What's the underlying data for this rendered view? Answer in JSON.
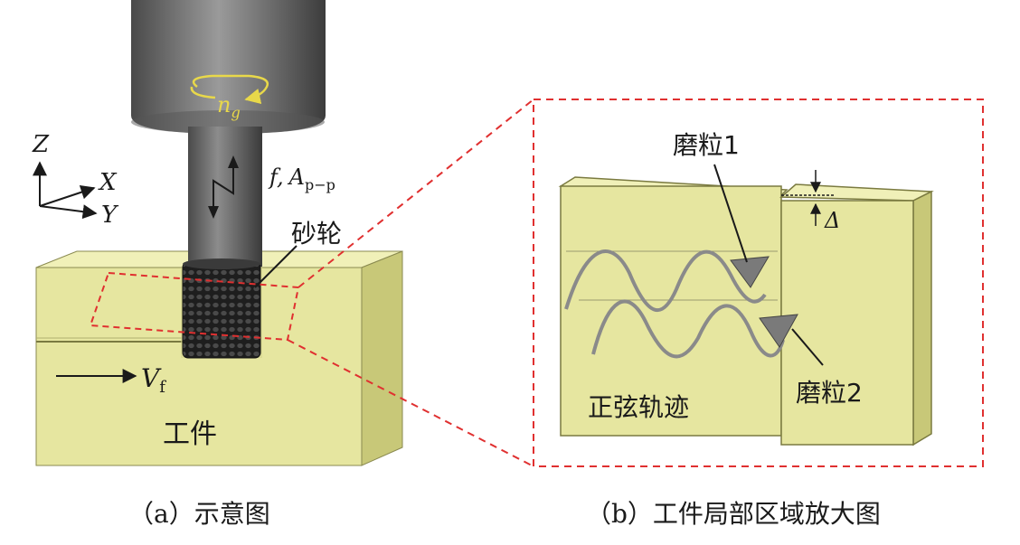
{
  "panel_a": {
    "rotation_label": "n",
    "rotation_sub": "g",
    "axis_z": "Z",
    "axis_x": "X",
    "axis_y": "Y",
    "feed_f": "f,",
    "feed_a": "A",
    "feed_a_sub": "p−p",
    "wheel_label": "砂轮",
    "vf_label": "V",
    "vf_sub": "f",
    "workpiece_label": "工件",
    "caption": "（a）示意图"
  },
  "panel_b": {
    "grain1_label": "磨粒1",
    "grain2_label": "磨粒2",
    "delta_label": "Δ",
    "trajectory_label": "正弦轨迹",
    "caption": "（b）工件局部区域放大图"
  },
  "colors": {
    "workpiece_front": "#e6e6a0",
    "workpiece_top": "#f0f0b8",
    "workpiece_side": "#c8c878",
    "spindle": "#6e6e6e",
    "rotation_arrow": "#e8d84a",
    "dashed": "#e03030",
    "wheel": "#2a2a2a",
    "sine": "#8a8a8a",
    "grain": "#7a7a7a"
  },
  "icons": {
    "rotation": "curved-arrow-icon",
    "feed": "zigzag-arrow-icon"
  }
}
